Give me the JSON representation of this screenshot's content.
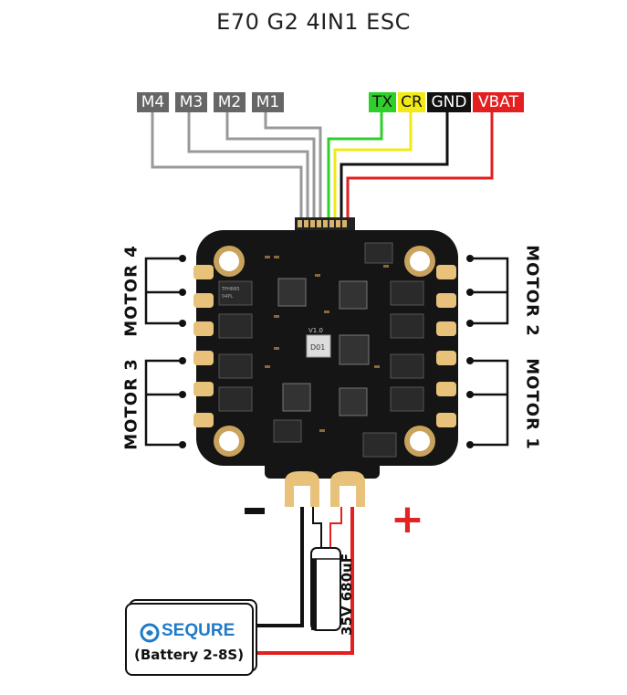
{
  "title": "E70 G2 4IN1 ESC",
  "signal_tags": [
    {
      "label": "M4",
      "bg": "#666666",
      "fg": "#ffffff"
    },
    {
      "label": "M3",
      "bg": "#666666",
      "fg": "#ffffff"
    },
    {
      "label": "M2",
      "bg": "#666666",
      "fg": "#ffffff"
    },
    {
      "label": "M1",
      "bg": "#666666",
      "fg": "#ffffff"
    }
  ],
  "power_tags": [
    {
      "label": "TX",
      "bg": "#2fcf2a",
      "fg": "#111111"
    },
    {
      "label": "CR",
      "bg": "#f2ea14",
      "fg": "#111111"
    },
    {
      "label": "GND",
      "bg": "#111111",
      "fg": "#ffffff"
    },
    {
      "label": "VBAT",
      "bg": "#e31f1f",
      "fg": "#ffffff"
    }
  ],
  "motors": {
    "motor4": "MOTOR 4",
    "motor3": "MOTOR 3",
    "motor2": "MOTOR 2",
    "motor1": "MOTOR 1"
  },
  "board": {
    "version": "V1.0",
    "inductor": "D01",
    "mosfet_text": "TPHR85",
    "mosfet_sub": "04PL"
  },
  "capacitor": "35V 680uF",
  "battery": {
    "brand": "SEQURE",
    "label": "(Battery 2-8S)"
  },
  "colors": {
    "gray_wire": "#999999",
    "green_wire": "#2fcf2a",
    "yellow_wire": "#f2ea14",
    "black_wire": "#111111",
    "red_wire": "#e31f1f",
    "brand_blue": "#1f7ac8",
    "pad_gold": "#e8c27a"
  }
}
